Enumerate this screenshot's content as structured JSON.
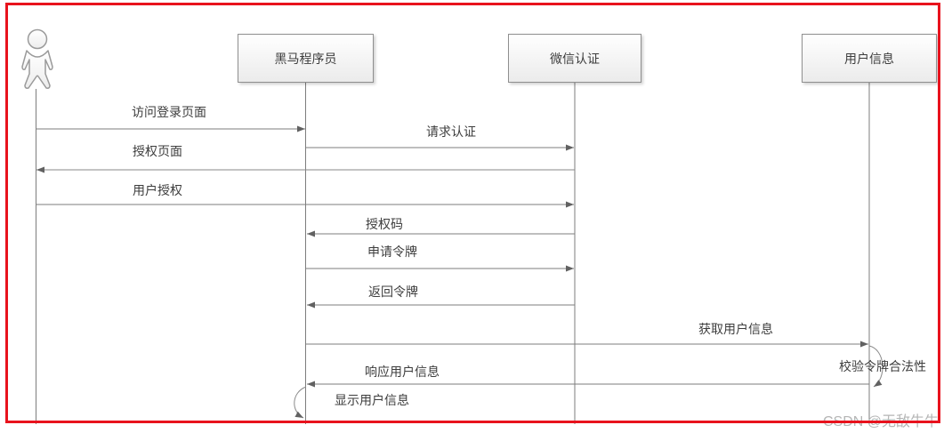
{
  "diagram": {
    "participants": [
      {
        "label": "黑马程序员"
      },
      {
        "label": "微信认证"
      },
      {
        "label": "用户信息"
      }
    ],
    "messages": [
      {
        "label": "访问登录页面",
        "from": "actor",
        "to": "黑马程序员",
        "direction": "right"
      },
      {
        "label": "请求认证",
        "from": "黑马程序员",
        "to": "微信认证",
        "direction": "right"
      },
      {
        "label": "授权页面",
        "from": "微信认证",
        "to": "actor",
        "direction": "left"
      },
      {
        "label": "用户授权",
        "from": "actor",
        "to": "微信认证",
        "direction": "right"
      },
      {
        "label": "授权码",
        "from": "微信认证",
        "to": "黑马程序员",
        "direction": "left"
      },
      {
        "label": "申请令牌",
        "from": "黑马程序员",
        "to": "微信认证",
        "direction": "right"
      },
      {
        "label": "返回令牌",
        "from": "微信认证",
        "to": "黑马程序员",
        "direction": "left"
      },
      {
        "label": "获取用户信息",
        "from": "黑马程序员",
        "to": "用户信息",
        "direction": "right"
      },
      {
        "label": "校验令牌合法性",
        "from": "用户信息",
        "to": "用户信息",
        "direction": "self"
      },
      {
        "label": "响应用户信息",
        "from": "用户信息",
        "to": "黑马程序员",
        "direction": "left"
      },
      {
        "label": "显示用户信息",
        "from": "黑马程序员",
        "to": "黑马程序员",
        "direction": "self"
      }
    ],
    "icons": {
      "actor": "person-actor-icon"
    },
    "watermark": "CSDN @无敌牛牛",
    "colors": {
      "frame_border": "#e8121d",
      "line": "#7d7d7d",
      "arrowhead": "#616161",
      "box_border": "#8f8f8f",
      "box_fill_top": "#ffffff",
      "box_fill_bottom": "#ebebeb",
      "text": "#3d3d3d",
      "watermark": "#b5b5b5",
      "background": "#ffffff"
    }
  }
}
